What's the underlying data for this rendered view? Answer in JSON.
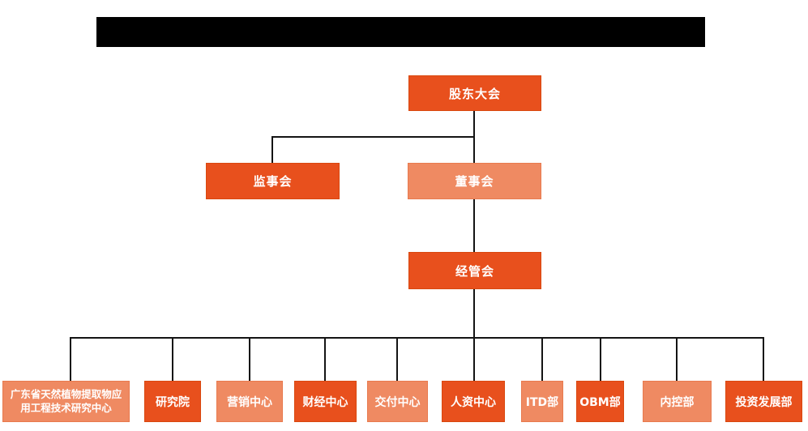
{
  "colors": {
    "primary_orange": "#E8501D",
    "secondary_salmon": "#EF8A62",
    "connector_line": "#141414",
    "redacted_bar": "#000000",
    "background": "#FFFFFF"
  },
  "org_chart": {
    "root": {
      "label": "股东大会",
      "variant": "primary"
    },
    "level2": [
      {
        "label": "监事会",
        "variant": "primary"
      },
      {
        "label": "董事会",
        "variant": "secondary"
      }
    ],
    "level3": {
      "label": "经管会",
      "variant": "primary"
    },
    "departments": [
      {
        "label": "广东省天然植物提取物应用工程技术研究中心",
        "variant": "secondary"
      },
      {
        "label": "研究院",
        "variant": "primary"
      },
      {
        "label": "营销中心",
        "variant": "secondary"
      },
      {
        "label": "财经中心",
        "variant": "primary"
      },
      {
        "label": "交付中心",
        "variant": "secondary"
      },
      {
        "label": "人资中心",
        "variant": "primary"
      },
      {
        "label": "ITD部",
        "variant": "secondary"
      },
      {
        "label": "OBM部",
        "variant": "primary"
      },
      {
        "label": "内控部",
        "variant": "secondary"
      },
      {
        "label": "投资发展部",
        "variant": "primary"
      }
    ]
  }
}
